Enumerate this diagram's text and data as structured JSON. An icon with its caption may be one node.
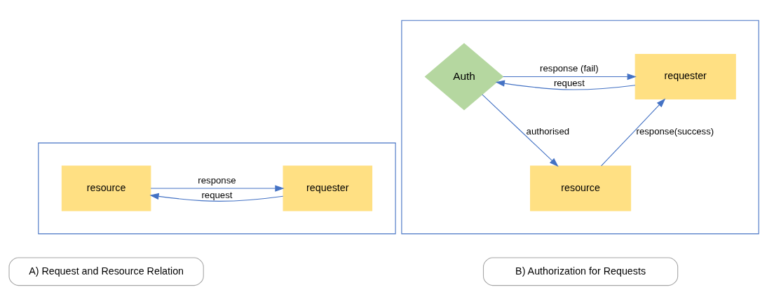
{
  "diagram": {
    "nodes": [
      {
        "text": [],
        "shape": "box"
      },
      {
        "text": [
          "requester"
        ],
        "in": 0
      },
      {
        "text": [
          "resource"
        ],
        "in": 0
      },
      {
        "text": [],
        "shape": "box"
      },
      {
        "text": [
          "requester"
        ],
        "in": 3
      },
      {
        "text": [
          "Auth"
        ],
        "in": 3
      },
      {
        "text": [
          "resource"
        ],
        "in": 3
      },
      {
        "text": [
          "A) Request and Resource Relation"
        ]
      },
      {
        "text": [
          "B) Authorization for Requests"
        ]
      }
    ],
    "edges": [
      {
        "from": 1,
        "to": 2,
        "arrow": "to",
        "label": "request"
      },
      {
        "from": 2,
        "to": 1,
        "arrow": "to",
        "label": "response"
      },
      {
        "from": 5,
        "to": 4,
        "arrow": "to",
        "label": "response (fail)"
      },
      {
        "from": 4,
        "to": 5,
        "arrow": "to",
        "label": "request"
      },
      {
        "from": 5,
        "to": 6,
        "arrow": "to",
        "label": "authorised"
      },
      {
        "from": 6,
        "to": 4,
        "arrow": "to",
        "label": "response(success)"
      }
    ]
  }
}
